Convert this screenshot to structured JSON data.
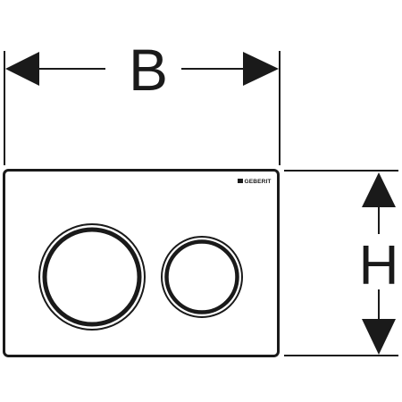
{
  "dimensions": {
    "width_label": "B",
    "height_label": "H"
  },
  "brand": {
    "name": "GEBERIT"
  },
  "colors": {
    "line": "#1a1a1a",
    "background": "#ffffff"
  }
}
